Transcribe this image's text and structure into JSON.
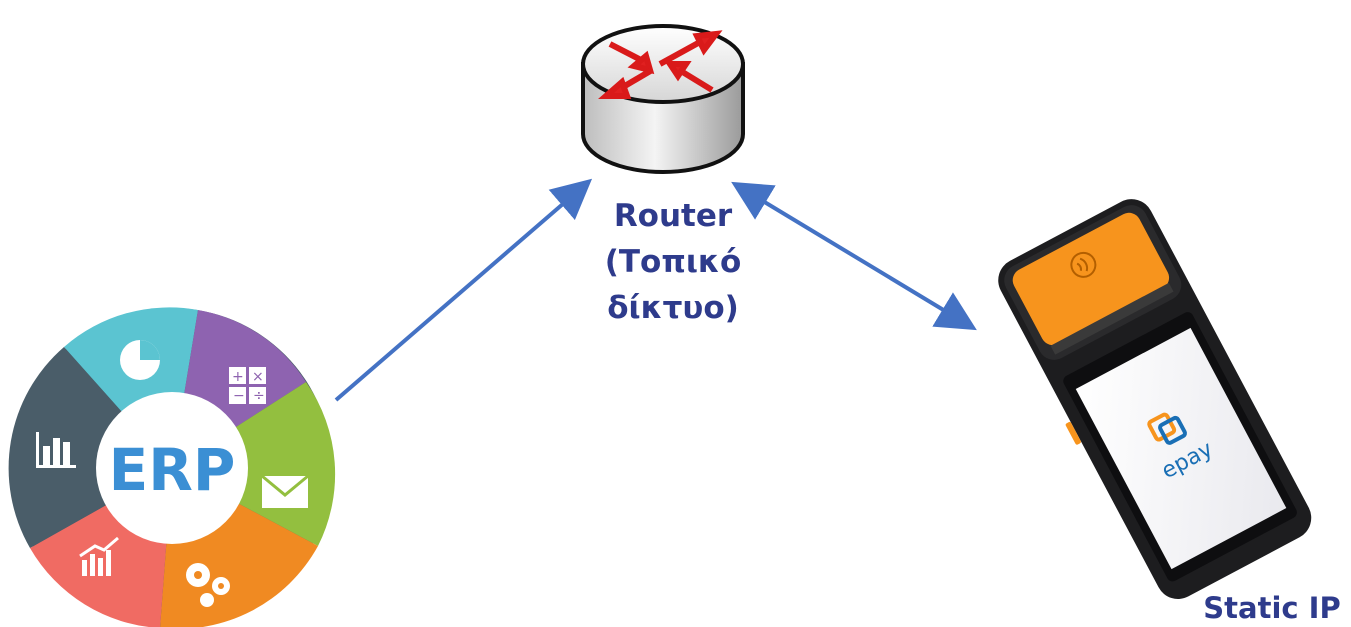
{
  "router": {
    "label_lines": [
      "Router",
      "(Τοπικό",
      "δίκτυο)"
    ]
  },
  "erp": {
    "label": "ERP",
    "segment_icons": [
      "pie-chart-icon",
      "calculator-icon",
      "envelope-icon",
      "gears-icon",
      "growth-chart-icon",
      "bar-chart-icon"
    ],
    "segment_colors": [
      "#5bc4d1",
      "#8e63b0",
      "#93bf3f",
      "#f08a22",
      "#f06b63",
      "#4a5d69"
    ]
  },
  "pos_device": {
    "brand": "epay",
    "accent_color": "#f7941d",
    "ip_label": "Static IP"
  },
  "connections": {
    "color": "#4472c4",
    "items": [
      {
        "from": "erp",
        "to": "router",
        "direction": "to-router"
      },
      {
        "from": "router",
        "to": "pos_device",
        "direction": "bidirectional"
      }
    ]
  }
}
